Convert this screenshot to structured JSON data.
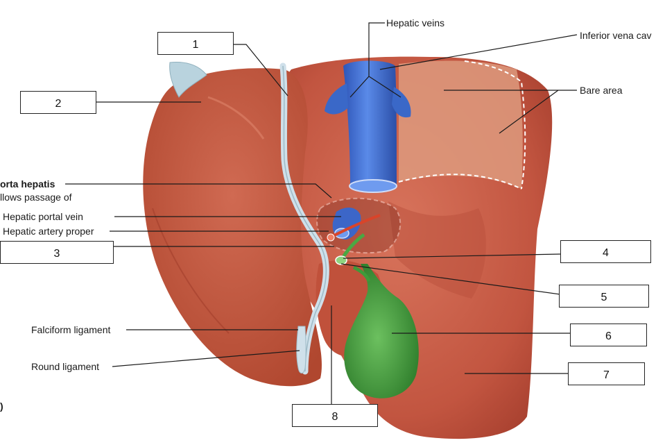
{
  "labels": {
    "hepatic_veins": "Hepatic veins",
    "inferior_vena_cava": "Inferior vena cav",
    "bare_area": "Bare area",
    "porta_hepatis": "orta hepatis",
    "allows_passage": "llows passage of",
    "hepatic_portal_vein": "Hepatic portal vein",
    "hepatic_artery_proper": "Hepatic artery proper",
    "falciform_ligament": "Falciform ligament",
    "round_ligament": "Round ligament",
    "panel": ")"
  },
  "boxes": {
    "b1": "1",
    "b2": "2",
    "b3": "3",
    "b4": "4",
    "b5": "5",
    "b6": "6",
    "b7": "7",
    "b8": "8"
  },
  "colors": {
    "liver": "#c85a45",
    "liver_dark": "#a8412f",
    "bare_area": "#dd9a7e",
    "vena_cava": "#3f6fd0",
    "gallbladder": "#3f9a3a",
    "ligament": "#cfe0ea",
    "artery": "#d9442a"
  }
}
